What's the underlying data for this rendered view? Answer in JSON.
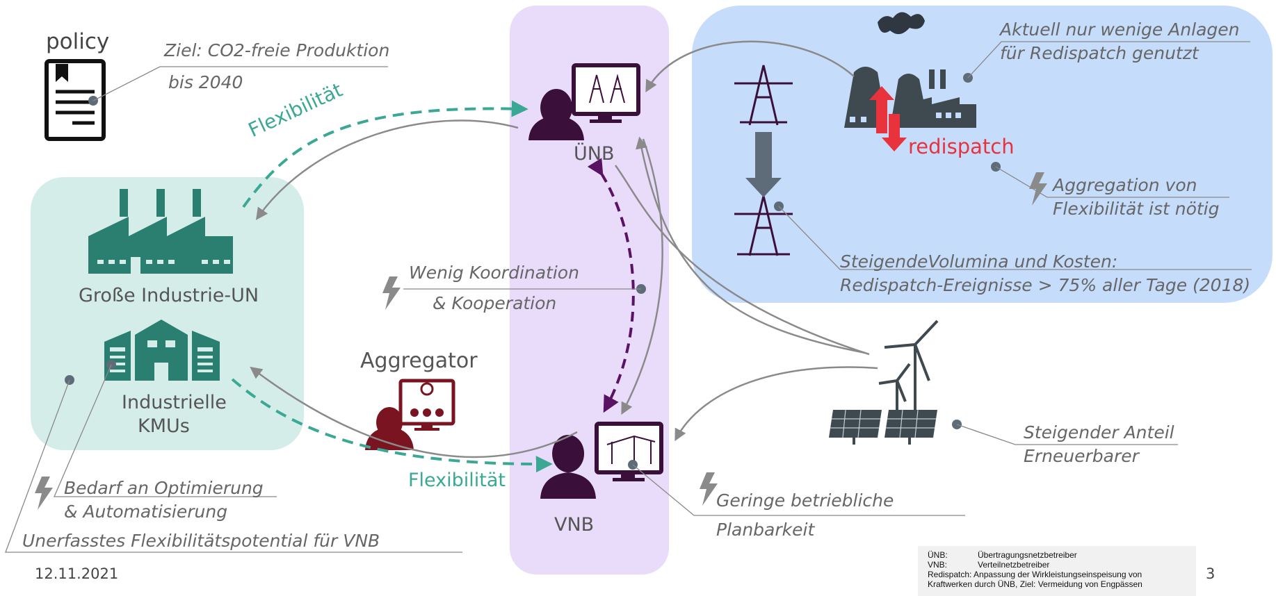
{
  "policy": {
    "heading": "policy",
    "goal_line1": "Ziel: CO2-freie Produktion",
    "goal_line2": "bis 2040"
  },
  "industry": {
    "large": "Große Industrie-UN",
    "sme_line1": "Industrielle",
    "sme_line2": "KMUs"
  },
  "flex_top": "Flexibilität",
  "flex_bottom": "Flexibilität",
  "tso": {
    "label": "ÜNB"
  },
  "dso": {
    "label": "VNB"
  },
  "aggregator": {
    "label": "Aggregator"
  },
  "coordination": {
    "line1": "Wenig Koordination",
    "line2": "& Kooperation"
  },
  "plants_note": {
    "line1": "Aktuell nur wenige Anlagen",
    "line2": "für Redispatch genutzt"
  },
  "redispatch": "redispatch",
  "aggregation_note": {
    "line1": "Aggregation von",
    "line2": "Flexibilität ist nötig"
  },
  "volume_note": {
    "line1": "SteigendeVolumina und Kosten:",
    "line2": "Redispatch-Ereignisse > 75% aller Tage (2018)"
  },
  "renewables_note": {
    "line1": "Steigender Anteil",
    "line2": "Erneuerbarer"
  },
  "planning_note": {
    "line1": "Geringe betriebliche",
    "line2": "Planbarkeit"
  },
  "optimization_note": {
    "line1": "Bedarf an Optimierung",
    "line2": "& Automatisierung"
  },
  "untapped_note": "Unerfasstes Flexibilitätspotential für VNB",
  "footer": {
    "date": "12.11.2021",
    "page": "3"
  },
  "legend": [
    {
      "key": "ÜNB:",
      "value": "Übertragungsnetzbetreiber"
    },
    {
      "key": "VNB:",
      "value": "Verteilnetzbetreiber"
    },
    {
      "key": "",
      "value": "Redispatch: Anpassung der Wirkleistungseinspeisung von"
    },
    {
      "key": "",
      "value": "Kraftwerken durch ÜNB, Ziel: Vermeidung von Engpässen"
    }
  ],
  "colors": {
    "teal": "#2a7f71",
    "teal_bg": "#d5ede8",
    "purple_bg": "#e9dcfb",
    "blue_bg": "#c6dcfb",
    "red": "#e8323c",
    "dark": "#3a0f3a",
    "flex": "#3aa894"
  }
}
